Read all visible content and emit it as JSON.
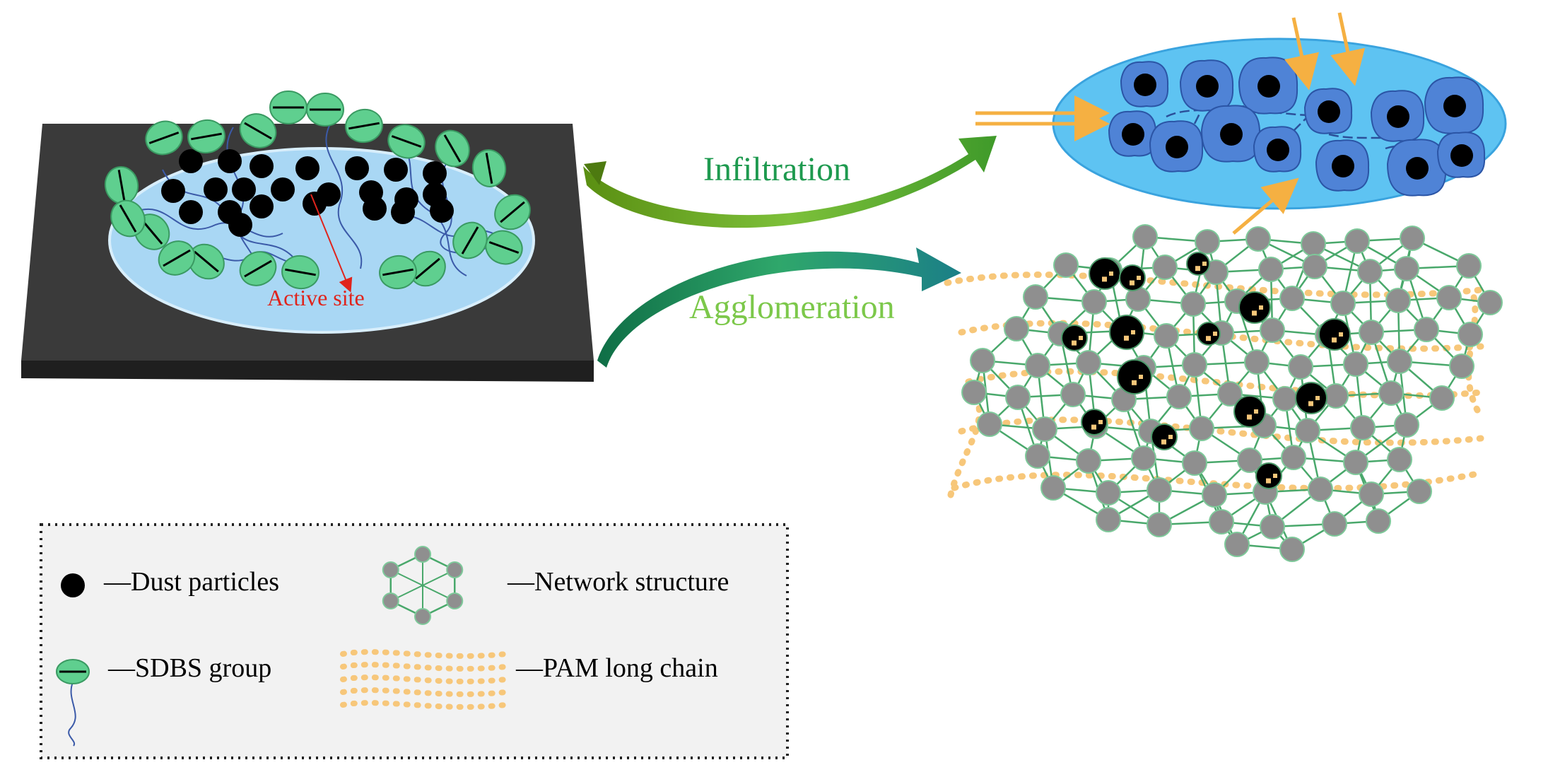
{
  "labels": {
    "infiltration": "Infiltration",
    "agglomeration": "Agglomeration",
    "active_site": "Active site"
  },
  "legend": {
    "dust": "—Dust particles",
    "network": "—Network structure",
    "sdbs": "—SDBS   group",
    "pam": "—PAM long chain"
  },
  "colors": {
    "dark_slab": "#3a3a3a",
    "pool": "#a9d7f4",
    "sdbs_green": "#5fcf8f",
    "ellipse_blue": "#5ec3f2",
    "cell_blue": "#4f83d6",
    "arrow_orange": "#f5b042",
    "network_line": "#49a86b",
    "node_gray": "#8f8f8f",
    "pam_dot": "#f7c77a",
    "infiltration_text": "#1e9a4f",
    "agglomeration_text": "#7cc84a",
    "active_site_text": "#e0241c"
  }
}
